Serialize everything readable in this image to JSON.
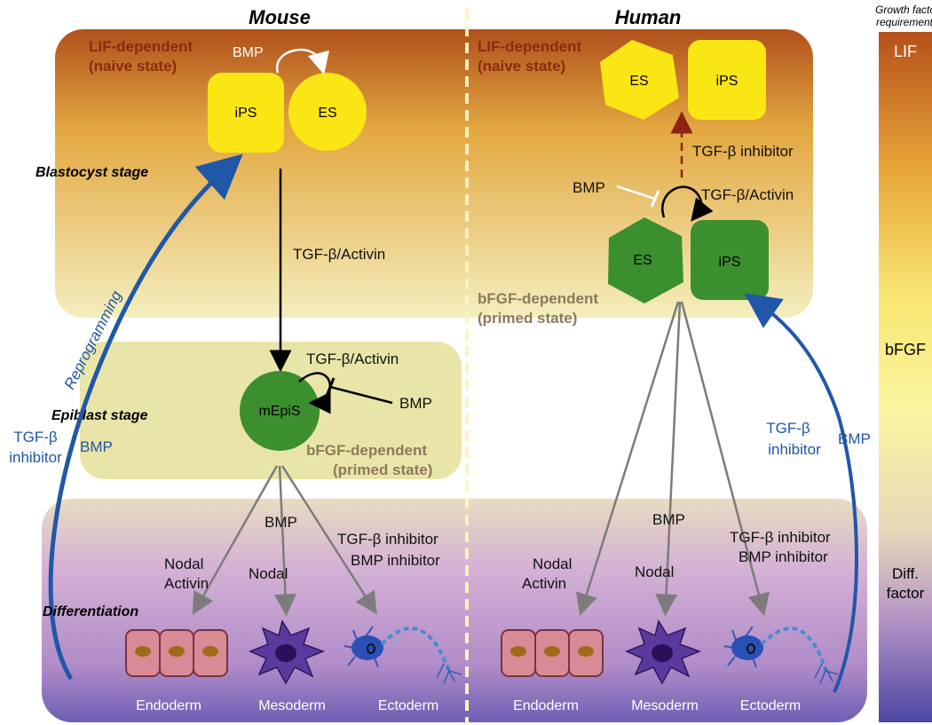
{
  "colors": {
    "naive_top": "#b0501b",
    "naive_bottom": "#f2eab8",
    "primed_box": "#e9e5a8",
    "diff_top": "#d3b5d6",
    "diff_bottom": "#7a68b8",
    "yellow_cell": "#fbe615",
    "green_cell": "#3c8f2f",
    "blue_arrow": "#2057a8",
    "grey_arrow": "#7c7c7c",
    "dashed_red": "#8b2212"
  },
  "titles": {
    "mouse": "Mouse",
    "human": "Human"
  },
  "legend": {
    "title_line1": "Growth factor",
    "title_line2": "requirements",
    "lif": "LIF",
    "bfgf": "bFGF",
    "diff_line1": "Diff.",
    "diff_line2": "factor"
  },
  "mouse": {
    "naive_line1": "LIF-dependent",
    "naive_line2": "(naive state)",
    "bmp_loop": "BMP",
    "ips": "iPS",
    "es": "ES",
    "blastocyst_stage": "Blastocyst stage",
    "tgf_activin_main": "TGF-β/Activin",
    "epiblast_stage": "Epiblast stage",
    "mepis": "mEpiS",
    "tgf_activin_loop": "TGF-β/Activin",
    "bmp_inhibit": "BMP",
    "primed_line1": "bFGF-dependent",
    "primed_line2": "(primed state)",
    "reprogramming": "Reprogramming",
    "tgf_inhibitor_line1": "TGF-β",
    "tgf_inhibitor_line2": "inhibitor",
    "bmp_reprog": "BMP",
    "diff_bmp": "BMP",
    "diff_nodal_activin_1": "Nodal",
    "diff_nodal_activin_2": "Activin",
    "diff_nodal": "Nodal",
    "diff_tgf_inhibitor": "TGF-β inhibitor",
    "diff_bmp_inhibitor": "BMP inhibitor",
    "differentiation": "Differentiation",
    "endoderm": "Endoderm",
    "mesoderm": "Mesoderm",
    "ectoderm": "Ectoderm"
  },
  "human": {
    "naive_line1": "LIF-dependent",
    "naive_line2": "(naive state)",
    "es_naive": "ES",
    "ips_naive": "iPS",
    "tgf_inhibitor": "TGF-β inhibitor",
    "bmp_inhibit": "BMP",
    "tgf_activin_loop": "TGF-β/Activin",
    "es_primed": "ES",
    "ips_primed": "iPS",
    "primed_line1": "bFGF-dependent",
    "primed_line2": "(primed state)",
    "reprog_tgf_line1": "TGF-β",
    "reprog_tgf_line2": "inhibitor",
    "reprog_bmp": "BMP",
    "diff_bmp": "BMP",
    "diff_nodal_activin_1": "Nodal",
    "diff_nodal_activin_2": "Activin",
    "diff_nodal": "Nodal",
    "diff_tgf_inhibitor": "TGF-β inhibitor",
    "diff_bmp_inhibitor": "BMP inhibitor",
    "endoderm": "Endoderm",
    "mesoderm": "Mesoderm",
    "ectoderm": "Ectoderm"
  }
}
